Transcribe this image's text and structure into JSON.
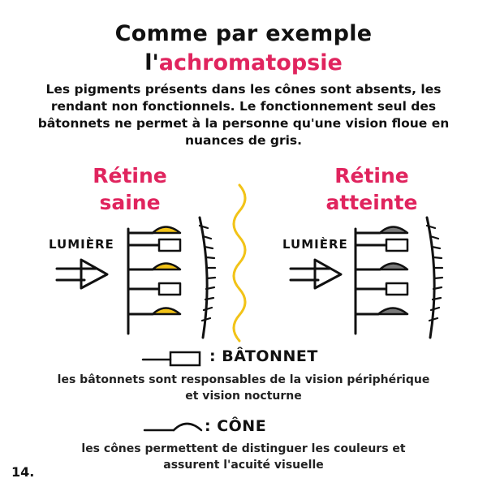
{
  "header": {
    "title_line1": "Comme par exemple",
    "title_prefix": "l'",
    "title_highlight": "achromatopsie",
    "description": "Les pigments présents dans les cônes sont absents, les rendant non fonctionnels. Le fonctionnement seul des bâtonnets ne permet à la personne qu'une vision floue en nuances de gris."
  },
  "retina_left": {
    "title_line1": "Rétine",
    "title_line2": "saine",
    "light_label": "LUMIÈRE",
    "cone_color": "#f2c318"
  },
  "retina_right": {
    "title_line1": "Rétine",
    "title_line2": "atteinte",
    "light_label": "LUMIÈRE",
    "cone_color": "#7a7a7a"
  },
  "legend": {
    "rod_label": ": BÂTONNET",
    "rod_desc_line1": "les bâtonnets sont responsables de la vision périphérique",
    "rod_desc_line2": "et vision nocturne",
    "cone_label": ": CÔNE",
    "cone_desc_line1": "les cônes permettent de distinguer les couleurs et",
    "cone_desc_line2": "assurent l'acuité visuelle"
  },
  "colors": {
    "accent": "#e0245e",
    "separator": "#f2c318",
    "ink": "#111111"
  },
  "page_number": "14."
}
